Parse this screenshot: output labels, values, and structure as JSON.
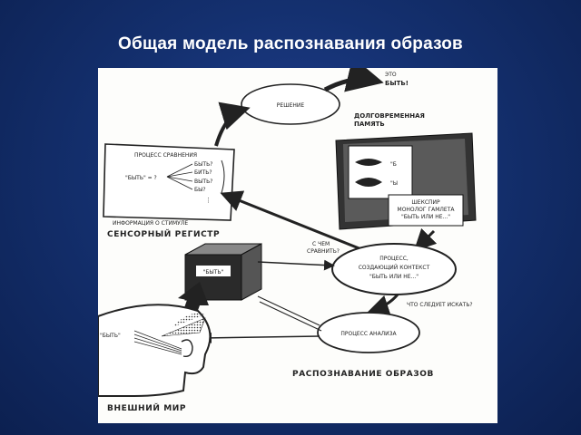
{
  "slide": {
    "title": "Общая модель распознавания образов"
  },
  "diagram": {
    "decision": "РЕШЕНИЕ",
    "to_be_line1": "ЭТО",
    "to_be_line2": "БЫТЬ!",
    "longterm_line1": "ДОЛГОВРЕМЕННАЯ",
    "longterm_line2": "ПАМЯТЬ",
    "mouth_b": "\"Б",
    "mouth_y": "\"Ы",
    "shakespeare_line1": "ШЕКСПИР",
    "shakespeare_line2": "МОНОЛОГ ГАМЛЕТА",
    "shakespeare_line3": "\"БЫТЬ ИЛИ НЕ...\"",
    "comparison_title": "ПРОЦЕСС СРАВНЕНИЯ",
    "comparison_stimulus": "\"БЫТЬ\" = ?",
    "candidate_1": "БЫТЬ?",
    "candidate_2": "БИТЬ?",
    "candidate_3": "ВЫТЬ?",
    "candidate_4": "БЫ?",
    "stimulus_info": "ИНФОРМАЦИЯ О СТИМУЛЕ",
    "sensory_register": "СЕНСОРНЫЙ РЕГИСТР",
    "compare_with_line1": "С ЧЕМ",
    "compare_with_line2": "СРАВНИТЬ?",
    "context_line1": "ПРОЦЕСС,",
    "context_line2": "СОЗДАЮЩИЙ КОНТЕКСТ",
    "context_line3": "\"БЫТЬ ИЛИ НЕ...\"",
    "cube_label": "\"БЫТЬ\"",
    "what_to_seek": "ЧТО СЛЕДУЕТ ИСКАТЬ?",
    "spoken_word": "\"БЫТЬ\"",
    "analysis_process": "ПРОЦЕСС АНАЛИЗА",
    "pattern_recognition": "РАСПОЗНАВАНИЕ ОБРАЗОВ",
    "external_world": "ВНЕШНИЙ МИР"
  }
}
